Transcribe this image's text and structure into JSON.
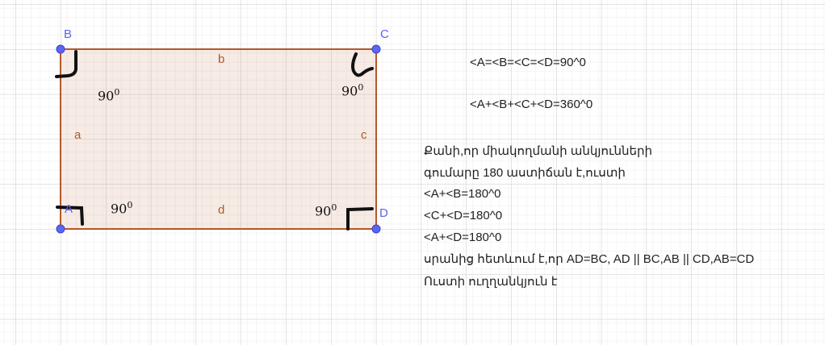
{
  "points": {
    "A": "A",
    "B": "B",
    "C": "C",
    "D": "D"
  },
  "segments": {
    "a": "a",
    "b": "b",
    "c": "c",
    "d": "d"
  },
  "angle_labels": {
    "base": "90",
    "exp": "0"
  },
  "equations": [
    "<A=<B=<C=<D=90^0",
    "<A+<B+<C+<D=360^0"
  ],
  "proof_lines": [
    "Քանի,որ միակողմանի անկյունների",
    "գումարը 180 աստիճան է,ուստի",
    "<A+<B=180^0",
    "<C+<D=180^0",
    "<A+<D=180^0",
    "սրանից հետևում է,որ AD=BC, AD || BC,AB || CD,AB=CD",
    "Ուստի ուղղանկյուն է"
  ],
  "colors": {
    "point": "#5c64f4",
    "segment": "#b4582a",
    "fill": "#f3e8e2",
    "grid_major": "#c8c8c8",
    "grid_minor": "#ececec"
  }
}
